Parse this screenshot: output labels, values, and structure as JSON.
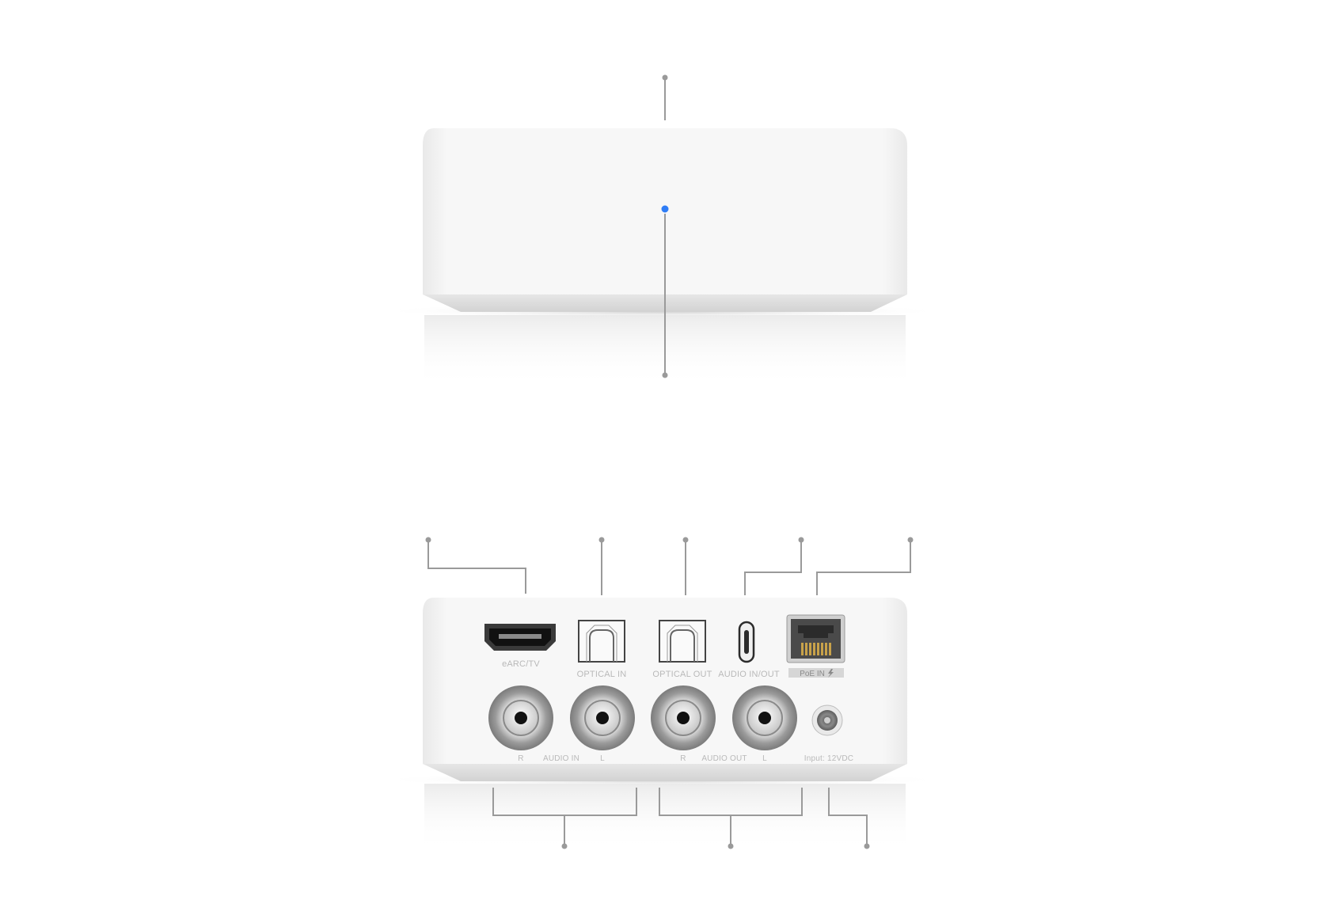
{
  "front": {
    "status_led_color": "#2f7df6"
  },
  "rear": {
    "labels": {
      "hdmi": "eARC/TV",
      "optical_in": "OPTICAL IN",
      "optical_out": "OPTICAL OUT",
      "usb": "AUDIO IN/OUT",
      "poe": "PoE IN",
      "audio_in": "AUDIO IN",
      "audio_in_r": "R",
      "audio_in_l": "L",
      "audio_out": "AUDIO OUT",
      "audio_out_r": "R",
      "audio_out_l": "L",
      "dc_input": "Input: 12VDC"
    }
  },
  "icons": [
    "status-led-icon",
    "hdmi-port-icon",
    "optical-port-icon",
    "usb-c-port-icon",
    "rj45-port-icon",
    "rca-jack-icon",
    "dc-jack-icon",
    "lightning-icon"
  ],
  "colors": {
    "body": "#ffffff",
    "callout_line": "#9a9a9a",
    "label_text": "#b9b9b9",
    "led": "#2f7df6"
  }
}
